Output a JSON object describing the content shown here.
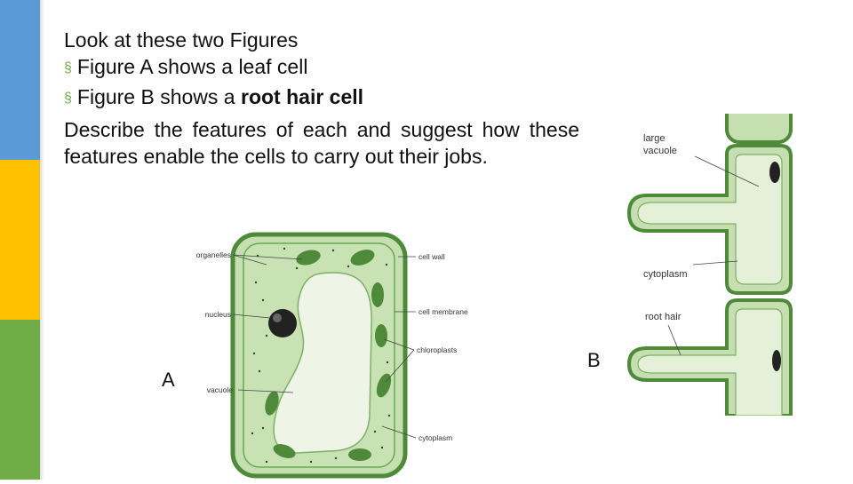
{
  "slide": {
    "lines": {
      "intro": "Look at these two  Figures",
      "bullet_a": "Figure A shows a leaf cell",
      "bullet_b_prefix": "Figure B shows a ",
      "bullet_b_bold": "root hair cell",
      "question": "Describe the features of each and suggest how these features enable the cells to carry out their jobs."
    },
    "bullet_symbol": "§",
    "colors": {
      "blue_bar": "#5b9bd5",
      "yellow_bar": "#ffc000",
      "green_bar": "#70ad47"
    }
  },
  "figure_a": {
    "letter": "A",
    "labels": {
      "organelles": "organelles",
      "nucleus": "nucleus",
      "vacuole": "vacuole",
      "cell_wall": "cell wall",
      "cell_membrane": "cell membrane",
      "chloroplasts": "chloroplasts",
      "cytoplasm": "cytoplasm"
    }
  },
  "figure_b": {
    "letter": "B",
    "labels": {
      "large_vacuole_1": "large",
      "large_vacuole_2": "vacuole",
      "cytoplasm": "cytoplasm",
      "root_hair": "root hair"
    }
  }
}
